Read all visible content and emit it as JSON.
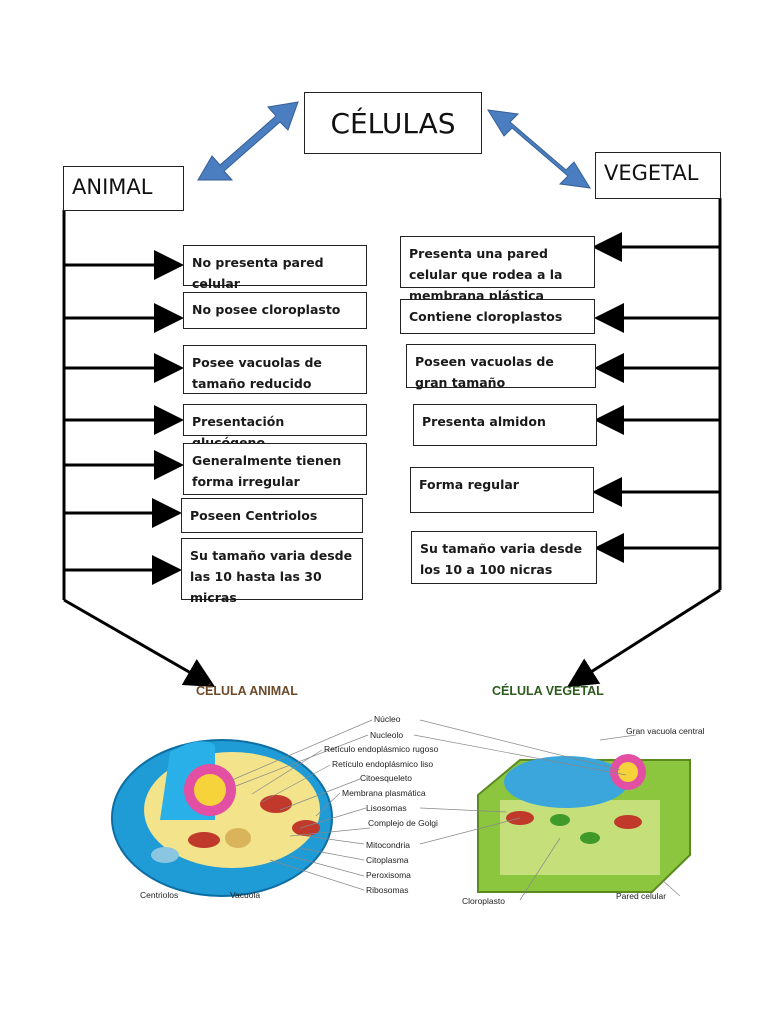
{
  "title": "CÉLULAS",
  "left_header": "ANIMAL",
  "right_header": "VEGETAL",
  "animal_items": [
    "No presenta pared celular",
    "No posee cloroplasto",
    "Posee vacuolas de tamaño reducido",
    "Presentación glucógeno",
    "Generalmente tienen forma irregular",
    "Poseen Centriolos",
    "Su tamaño varia desde las 10 hasta las 30 micras"
  ],
  "vegetal_items": [
    "Presenta una pared celular que rodea a la membrana plástica",
    "Contiene cloroplastos",
    "Poseen vacuolas de gran tamaño",
    "Presenta almidon",
    "Forma regular",
    "Su tamaño varia desde los 10 a 100 nicras"
  ],
  "figure": {
    "animal_caption": "CÉLULA ANIMAL",
    "vegetal_caption": "CÉLULA VEGETAL",
    "center_labels": [
      "Núcleo",
      "Nucleolo",
      "Retículo endoplásmico rugoso",
      "Retículo endoplásmico liso",
      "Citoesqueleto",
      "Membrana plasmática",
      "Lisosomas",
      "Complejo de Golgi",
      "Mitocondria",
      "Citoplasma",
      "Peroxisoma",
      "Ribosomas"
    ],
    "animal_labels": [
      "Centriolos",
      "Vacuola"
    ],
    "vegetal_labels": [
      "Gran vacuola central",
      "Cloroplasto",
      "Pared celular"
    ]
  },
  "colors": {
    "arrow_blue": "#4a7ec0",
    "animal_cell": "#29a8e0",
    "vegetal_cell": "#8cc63f",
    "animal_caption": "#6b4a2a",
    "vegetal_caption": "#2d5a1e"
  }
}
